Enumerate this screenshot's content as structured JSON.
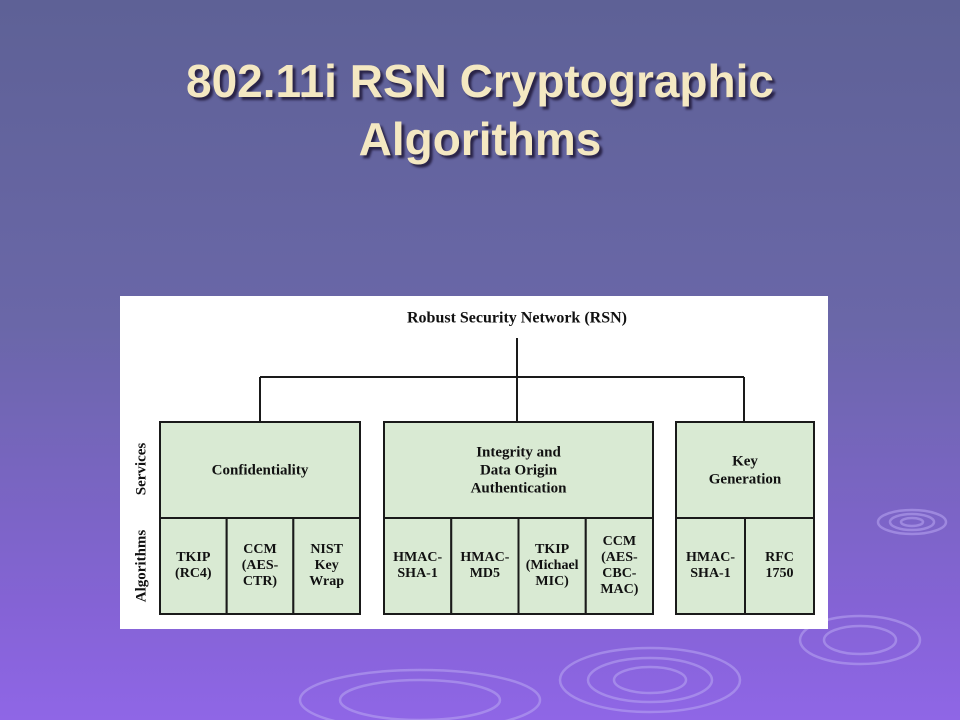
{
  "title": {
    "line1": "802.11i RSN Cryptographic",
    "line2": "Algorithms"
  },
  "diagram": {
    "root": "Robust Security Network (RSN)",
    "row_labels": {
      "services": "Services",
      "algorithms": "Algorithms"
    },
    "groups": [
      {
        "service": [
          "Confidentiality"
        ],
        "algorithms": [
          [
            "TKIP",
            "(RC4)"
          ],
          [
            "CCM",
            "(AES-",
            "CTR)"
          ],
          [
            "NIST",
            "Key",
            "Wrap"
          ]
        ]
      },
      {
        "service": [
          "Integrity and",
          "Data Origin",
          "Authentication"
        ],
        "algorithms": [
          [
            "HMAC-",
            "SHA-1"
          ],
          [
            "HMAC-",
            "MD5"
          ],
          [
            "TKIP",
            "(Michael",
            "MIC)"
          ],
          [
            "CCM",
            "(AES-",
            "CBC-",
            "MAC)"
          ]
        ]
      },
      {
        "service": [
          "Key",
          "Generation"
        ],
        "algorithms": [
          [
            "HMAC-",
            "SHA-1"
          ],
          [
            "RFC",
            "1750"
          ]
        ]
      }
    ],
    "colors": {
      "box_fill": "#d9ead3",
      "line": "#1a1a1a"
    }
  }
}
